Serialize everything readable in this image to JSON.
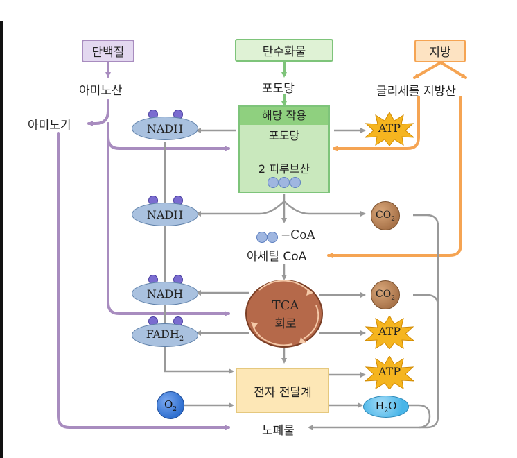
{
  "sources": {
    "protein": "단백질",
    "carbohydrate": "탄수화물",
    "fat": "지방"
  },
  "intermediates": {
    "amino_acid": "아미노산",
    "amino_group": "아미노기",
    "glucose": "포도당",
    "glycerol_fatty_acid": "글리세롤 지방산",
    "pyruvate": "2 피루브산",
    "coa": "−CoA",
    "acetyl_coa": "아세틸 CoA",
    "waste": "노폐물"
  },
  "glycolysis": {
    "title": "해당 작용",
    "glucose": "포도당"
  },
  "tca": {
    "line1": "TCA",
    "line2": "회로"
  },
  "etc": {
    "label": "전자 전달계"
  },
  "carriers": {
    "nadh": "NADH",
    "fadh2_base": "FADH",
    "fadh2_sub": "2"
  },
  "products": {
    "atp": "ATP",
    "co2_base": "CO",
    "co2_sub": "2",
    "o2_base": "O",
    "o2_sub": "2",
    "h2o_h": "H",
    "h2o_sub": "2",
    "h2o_o": "O"
  },
  "colors": {
    "protein": "#a88cbf",
    "carbohydrate": "#7ec47a",
    "fat": "#f5a453",
    "glycolysis_fill": "#c9e8bd",
    "glycolysis_title": "#8fd07f",
    "nadh_fill": "#a9c1df",
    "tca": "#b5694a",
    "atp": "#f5b51f",
    "co2": "#a9744a",
    "o2": "#2f6fcf",
    "h2o": "#48b5e8",
    "etc": "#fde7b6",
    "arrow_gray": "#999999"
  }
}
